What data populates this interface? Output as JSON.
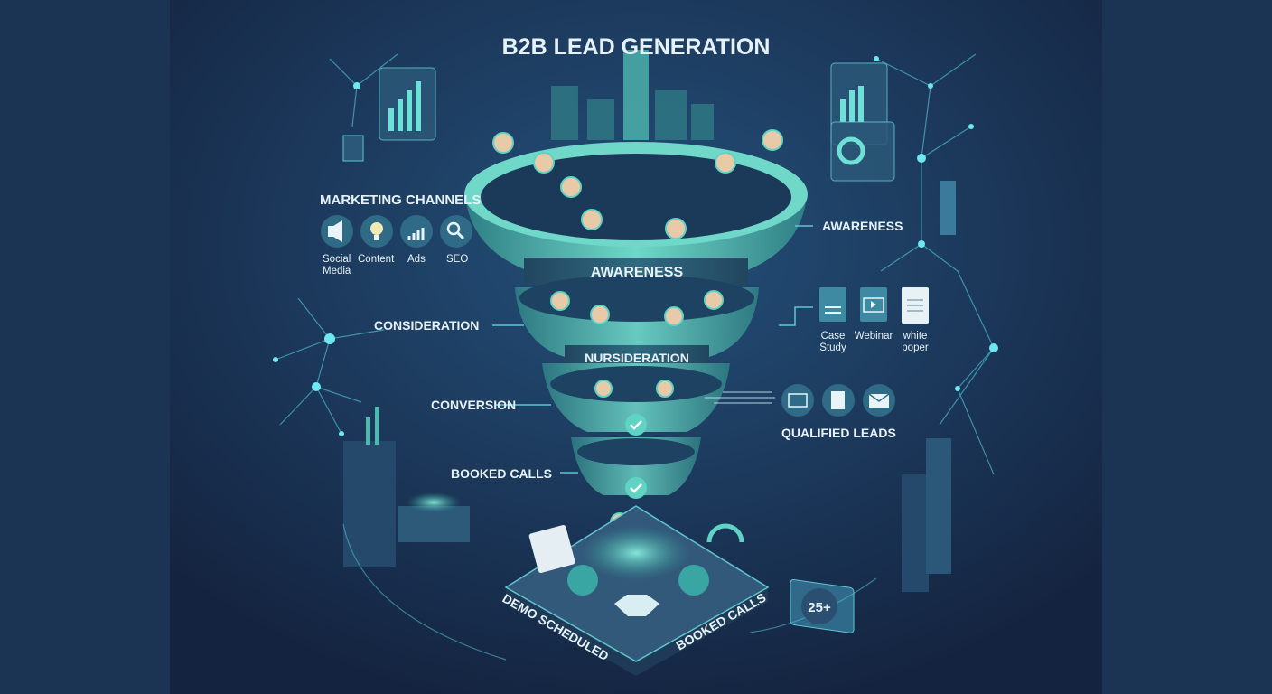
{
  "title": "B2B LEAD GENERATION",
  "marketing_channels": {
    "heading": "MARKETING CHANNELS",
    "items": [
      {
        "icon": "megaphone-icon",
        "label_line1": "Social",
        "label_line2": "Media"
      },
      {
        "icon": "lightbulb-icon",
        "label_line1": "Content"
      },
      {
        "icon": "bar-chart-icon",
        "label_line1": "Ads"
      },
      {
        "icon": "magnifier-icon",
        "label_line1": "SEO"
      }
    ]
  },
  "funnel": {
    "tier1_label": "AWARENESS",
    "tier2_label": "NURSIDERATION"
  },
  "side_labels": {
    "awareness": "AWARENESS",
    "consideration": "CONSIDERATION",
    "conversion": "CONVERSION",
    "booked_calls": "BOOKED CALLS"
  },
  "content_assets": [
    {
      "icon": "document-icon",
      "line1": "Case",
      "line2": "Study"
    },
    {
      "icon": "video-icon",
      "line1": "Webinar"
    },
    {
      "icon": "paper-icon",
      "line1": "white",
      "line2": "poper"
    }
  ],
  "qualified_leads": {
    "label": "QUALIFIED LEADS",
    "icons": [
      "form-icon",
      "document-icon",
      "envelope-icon"
    ]
  },
  "platform": {
    "left_label": "DEMO SCHEDULED",
    "right_label": "BOOKED CALLS",
    "badge": "25+"
  },
  "colors": {
    "accent": "#5fd3c4",
    "background": "#1d3b5c",
    "text": "#e6f2f7"
  }
}
